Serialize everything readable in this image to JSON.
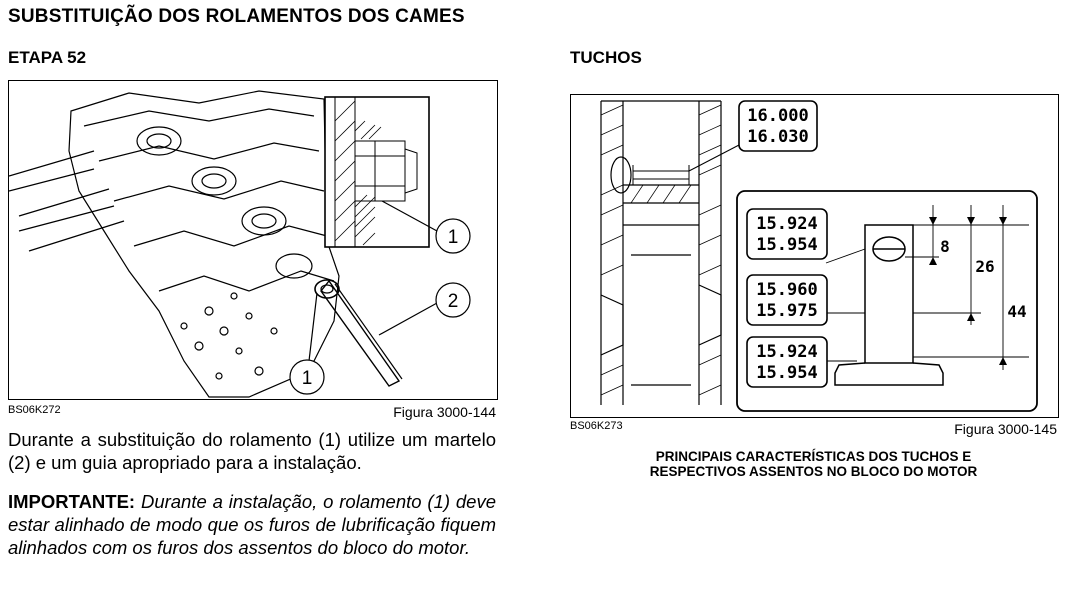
{
  "page": {
    "title": "SUBSTITUIÇÃO DOS ROLAMENTOS DOS CAMES"
  },
  "left": {
    "step_heading": "ETAPA 52",
    "figure": {
      "code": "BS06K272",
      "number": "Figura 3000-144",
      "callouts": [
        "1",
        "2",
        "1"
      ]
    },
    "paragraph": "Durante a substituição do rolamento (1) utilize um martelo (2) e um guia apropriado para a instalação.",
    "important_label": "IMPORTANTE:",
    "important_text": " Durante a instalação, o rolamento (1) deve estar alinhado de modo que os furos de lubrificação fiquem alinhados com os furos dos assentos do bloco do motor."
  },
  "right": {
    "heading": "TUCHOS",
    "figure": {
      "code": "BS06K273",
      "number": "Figura 3000-145",
      "bore_dim": [
        "16.000",
        "16.030"
      ],
      "tappet_dims": [
        [
          "15.924",
          "15.954"
        ],
        [
          "15.960",
          "15.975"
        ],
        [
          "15.924",
          "15.954"
        ]
      ],
      "lengths": [
        "8",
        "26",
        "44"
      ]
    },
    "caption_line1": "PRINCIPAIS  CARACTERÍSTICAS DOS TUCHOS E",
    "caption_line2": "RESPECTIVOS ASSENTOS NO BLOCO DO MOTOR"
  }
}
